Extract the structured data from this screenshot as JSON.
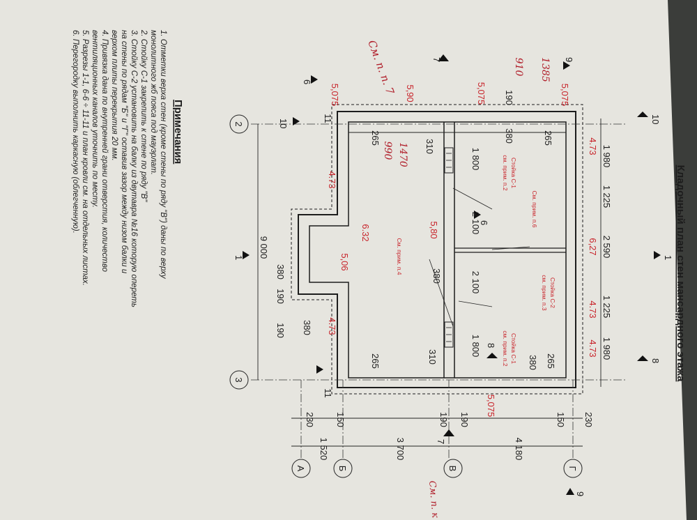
{
  "sheet": {
    "title": "Кладочный план стен мансардного этажа",
    "notes_heading": "Примечания",
    "notes": [
      "1. Отметки верха стен (кроме стены по ряду \"В\") даны по верху",
      "монолитного жб пояса под мауэрлат.",
      "2. Стойку С-1 закрепить к стене по ряду \"В\"",
      "3. Стойку С-2 установить на балку из двутавра №16 которую опереть",
      "на стены по рядам \"Б\" и \"Г\" оставив зазор между низом балки и",
      "верхом плиты перекрытия 20 мм.",
      "4. Привязка дана по внутренней грани отверстия, количество",
      "вентиляционных каналов уточнить по месту.",
      "5. Разрезы 1-1, 6-6 ÷ 11-11  и план кровли см. на отдельных листах.",
      "6. Перегородку выполнить каркасную (облегченную)."
    ]
  },
  "axes": {
    "grid_rows": [
      "2",
      "3"
    ],
    "grid_cols": [
      "А",
      "Б",
      "В",
      "Г"
    ]
  },
  "section_marks": [
    "6",
    "7",
    "9",
    "10",
    "1",
    "8",
    "10",
    "1",
    "8",
    "7",
    "9",
    "6"
  ],
  "dimensions": {
    "left_chain": [
      "1 980",
      "1 225",
      "2 590",
      "1 225",
      "1 980"
    ],
    "overall_height": "9 000",
    "bottom_chain": [
      "1 520",
      "3 700",
      "4 180"
    ],
    "bottom_small": [
      "230",
      "150",
      "190",
      "190",
      "150",
      "230"
    ],
    "top_small": [
      "190",
      "380",
      "265",
      "265",
      "380",
      "310",
      "310",
      "265",
      "265",
      "380"
    ],
    "wing": [
      "380",
      "190",
      "190",
      "380"
    ],
    "corner_marks": [
      "11",
      "11"
    ],
    "inner": [
      "1 800",
      "2 100",
      "2 100",
      "1 800"
    ],
    "handwritten": [
      "990",
      "1470",
      "910",
      "1385"
    ]
  },
  "elevations": [
    "5,075",
    "5,90",
    "5,075",
    "5,075",
    "4.73",
    "4.73",
    "6,27",
    "4.73",
    "6.32",
    "5,06",
    "4.73",
    "4.73",
    "5,80",
    "5,075"
  ],
  "annotations": {
    "see_note_6": "См. прим. п.6",
    "see_note_4": "См. прим. п.4",
    "post_c1": "Стойка С-1",
    "see_note_2": "см. прим. п.2",
    "post_c2": "Стойка С-2",
    "see_note_3": "см. прим. п.3",
    "handwritten_top": "См. п. п. 7",
    "handwritten_bottom": "См. п. к"
  },
  "colors": {
    "paper": "#e9e8e2",
    "ink": "#1c1c1c",
    "red_ink": "#c8242b"
  }
}
